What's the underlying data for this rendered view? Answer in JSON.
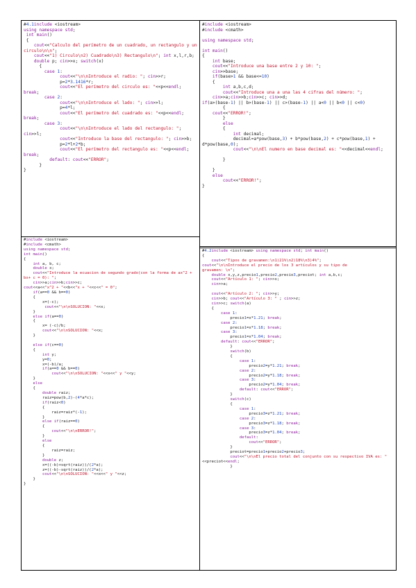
{
  "colors": {
    "keyword": "#8b1a9b",
    "string": "#c0152d",
    "number": "#1a44c4",
    "text": "#1a1a1a"
  },
  "panels": {
    "top_left": {
      "code": "#4.1include <iostream>\nusing namespace std;\n int main()\n {\n    cout<<\"Calculo del perímetro de un cuadrado, un rectangulo y un circulo\\n\\n\";\n    cout<<\"1) Circulo\\n2) Cuadrado\\n3) Rectangulo\\n\"; int x,l,r,b;\n    double p; cin>>x; switch(x)\n      {\n        case 1:\n              cout<<\"\\n\\nIntroduce el radio: \"; cin>>r;\n              p=2*3.1416*r;\n              cout<<\"El perímetro del circulo es: \"<<p<<endl; break;\n        case 2:\n              cout<<\"\\n\\nIntroduce el lado: \"; cin>>l;\n              p=4*l;\n              cout<<\"El perímetro del cuadrado es: \"<<p<<endl; break;\n        case 3:\n              cout<<\"\\n\\nIntroduce el lado del rectangulo: \"; cin>>l;\n              cout<<\"Introduce la base del rectangulo: \"; cin>>b;\n              p=2*l+2*b;\n              cout<<\"El perímetro del rectangulo es: \"<<p<<endl; break;\n          default: cout<<\"ERROR\";\n      }\n}"
    },
    "bottom_left": {
      "code": "#include <iostream>\n#include <cmath>\nusing namespace std;\nint main()\n{\n    int a, b, c;\n    double x;\n    cout<<\"Introduce la ecuacion de segundo grado(con la forma de ax^2 + bx+ c = 0): \";\n    cin>>a;cin>>b;cin>>c;\ncout<<a<<\"x^2 + \"<<b<<\"x + \"<<c<<\" = 0\";\n    if(a==0 && b==0)\n    {\n        x=(-c);\n         cout<<\"\\n\\nSOLUCION: \"<<x;\n    }\n    else if(a==0)\n    {\n        x= (-c)/b;\n        cout<<\"\\n\\nSOLUCION: \"<<x;\n    }\n\n    else if(c==0)\n    {\n        int y;\n        y=0;\n        x=(-b)/a;\n        if(a==0 && b==0)\n            cout<<\"\\n\\nSOLUCION: \"<<x<<\" y \"<<y;\n    }\n    else\n    {\n        double raiz;\n        raiz=pow(b,2)-(4*a*c);\n        if(raiz<0)\n        {\n            raiz=raiz*(-1);\n        }\n        else if(raiz==0)\n        {\n            cout<<\"\\n\\nERROR!\";\n        }\n        else\n        {\n            raiz=raiz;\n        }\n        double z;\n        x=((-b)+sqrt(raiz))/(2*a);\n        z=((-b)-sqrt(raiz))/(2*a);\n        cout<<\"\\n\\nSOLUCION: \"<<x<<\" y \"<<z;\n    }\n}"
    },
    "top_right": {
      "code": "#include <iostream>\n#include <cmath>\n\nusing namespace std;\n\nint main()\n{\n    int base;\n    cout<<\"Introduce una base entre 2 y 10: \";\n    cin>>base;\n    if(base>1 && base<=10)\n    {\n        int a,b,c,d;\n        cout<<\"Introduce una a una las 4 cifras del número: \";\n    cin>>a;cin>>b;cin>>c; cin>>d;\nif(a>(base-1) || b>(base-1) || c>(base-1) || a<0 || b<0 || c<0)\n        {\n    cout<<\"ERROR!\";\n        }\n        else\n        {\n            int decimal;\n            decimal=a*pow(base,3) + b*pow(base,2) + c*pow(base,1) + d*pow(base,0);\n            cout<<\"\\n\\nEl numero en base decimal es: \"<<decimal<<endl;\n\n        }\n\n    }\n    else\n        cout<<\"ERROR!\";\n}"
    },
    "bottom_right": {
      "code": "#4.2include <iostream> using namespace std; int main()\n{\n    cout<<\"Tipos de gravamen:\\n1)21%\\n2)18%\\n3)4%\";\ncout<<\"\\n\\nIntroduce el precio de los 3 artículos y su tipo de\ngravamen: \\n\";\n    double x,y,z,precio1,precio2,precio3,preciot; int a,b,c;\n    cout<<\"Artículo 1: \"; cin>>x;\n    cin>>a;\n\n    cout<<\"Artículo 2: \"; cin>>y;\n    cin>>b; cout<<\"Artículo 3: \" ; cin>>z;\n    cin>>c; switch(a)\n    {\n        case 1:\n            precio1=x*1.21; break;\n        case 2:\n            precio1=x*1.18; break;\n        case 3:\n            precio1=x*1.04; break;\n        default: cout<<\"ERROR\";\n            }\n            switch(b)\n            {\n                case 1:\n                    precio2=y*1.21; break;\n                case 2:\n                    precio2=y*1.18; break;\n                case 3:\n                    precio2=y*1.04; break;\n                default: cout<<\"ERROR\";\n            }\n            switch(c)\n            {\n                case 1:\n                    precio3=z*1.21; break;\n                case 2:\n                    precio3=z*1.18; break;\n                case 3:\n                    precio3=z*1.04; break;\n                default:\n                    cout<<\"ERROR\";\n            }\n            preciot=precio1+precio2+precio3;\n            cout<<\"\\n\\nEl precio total del conjunto con su respectivo IVA es: \"<<preciot<<endl;\n            }"
    }
  }
}
